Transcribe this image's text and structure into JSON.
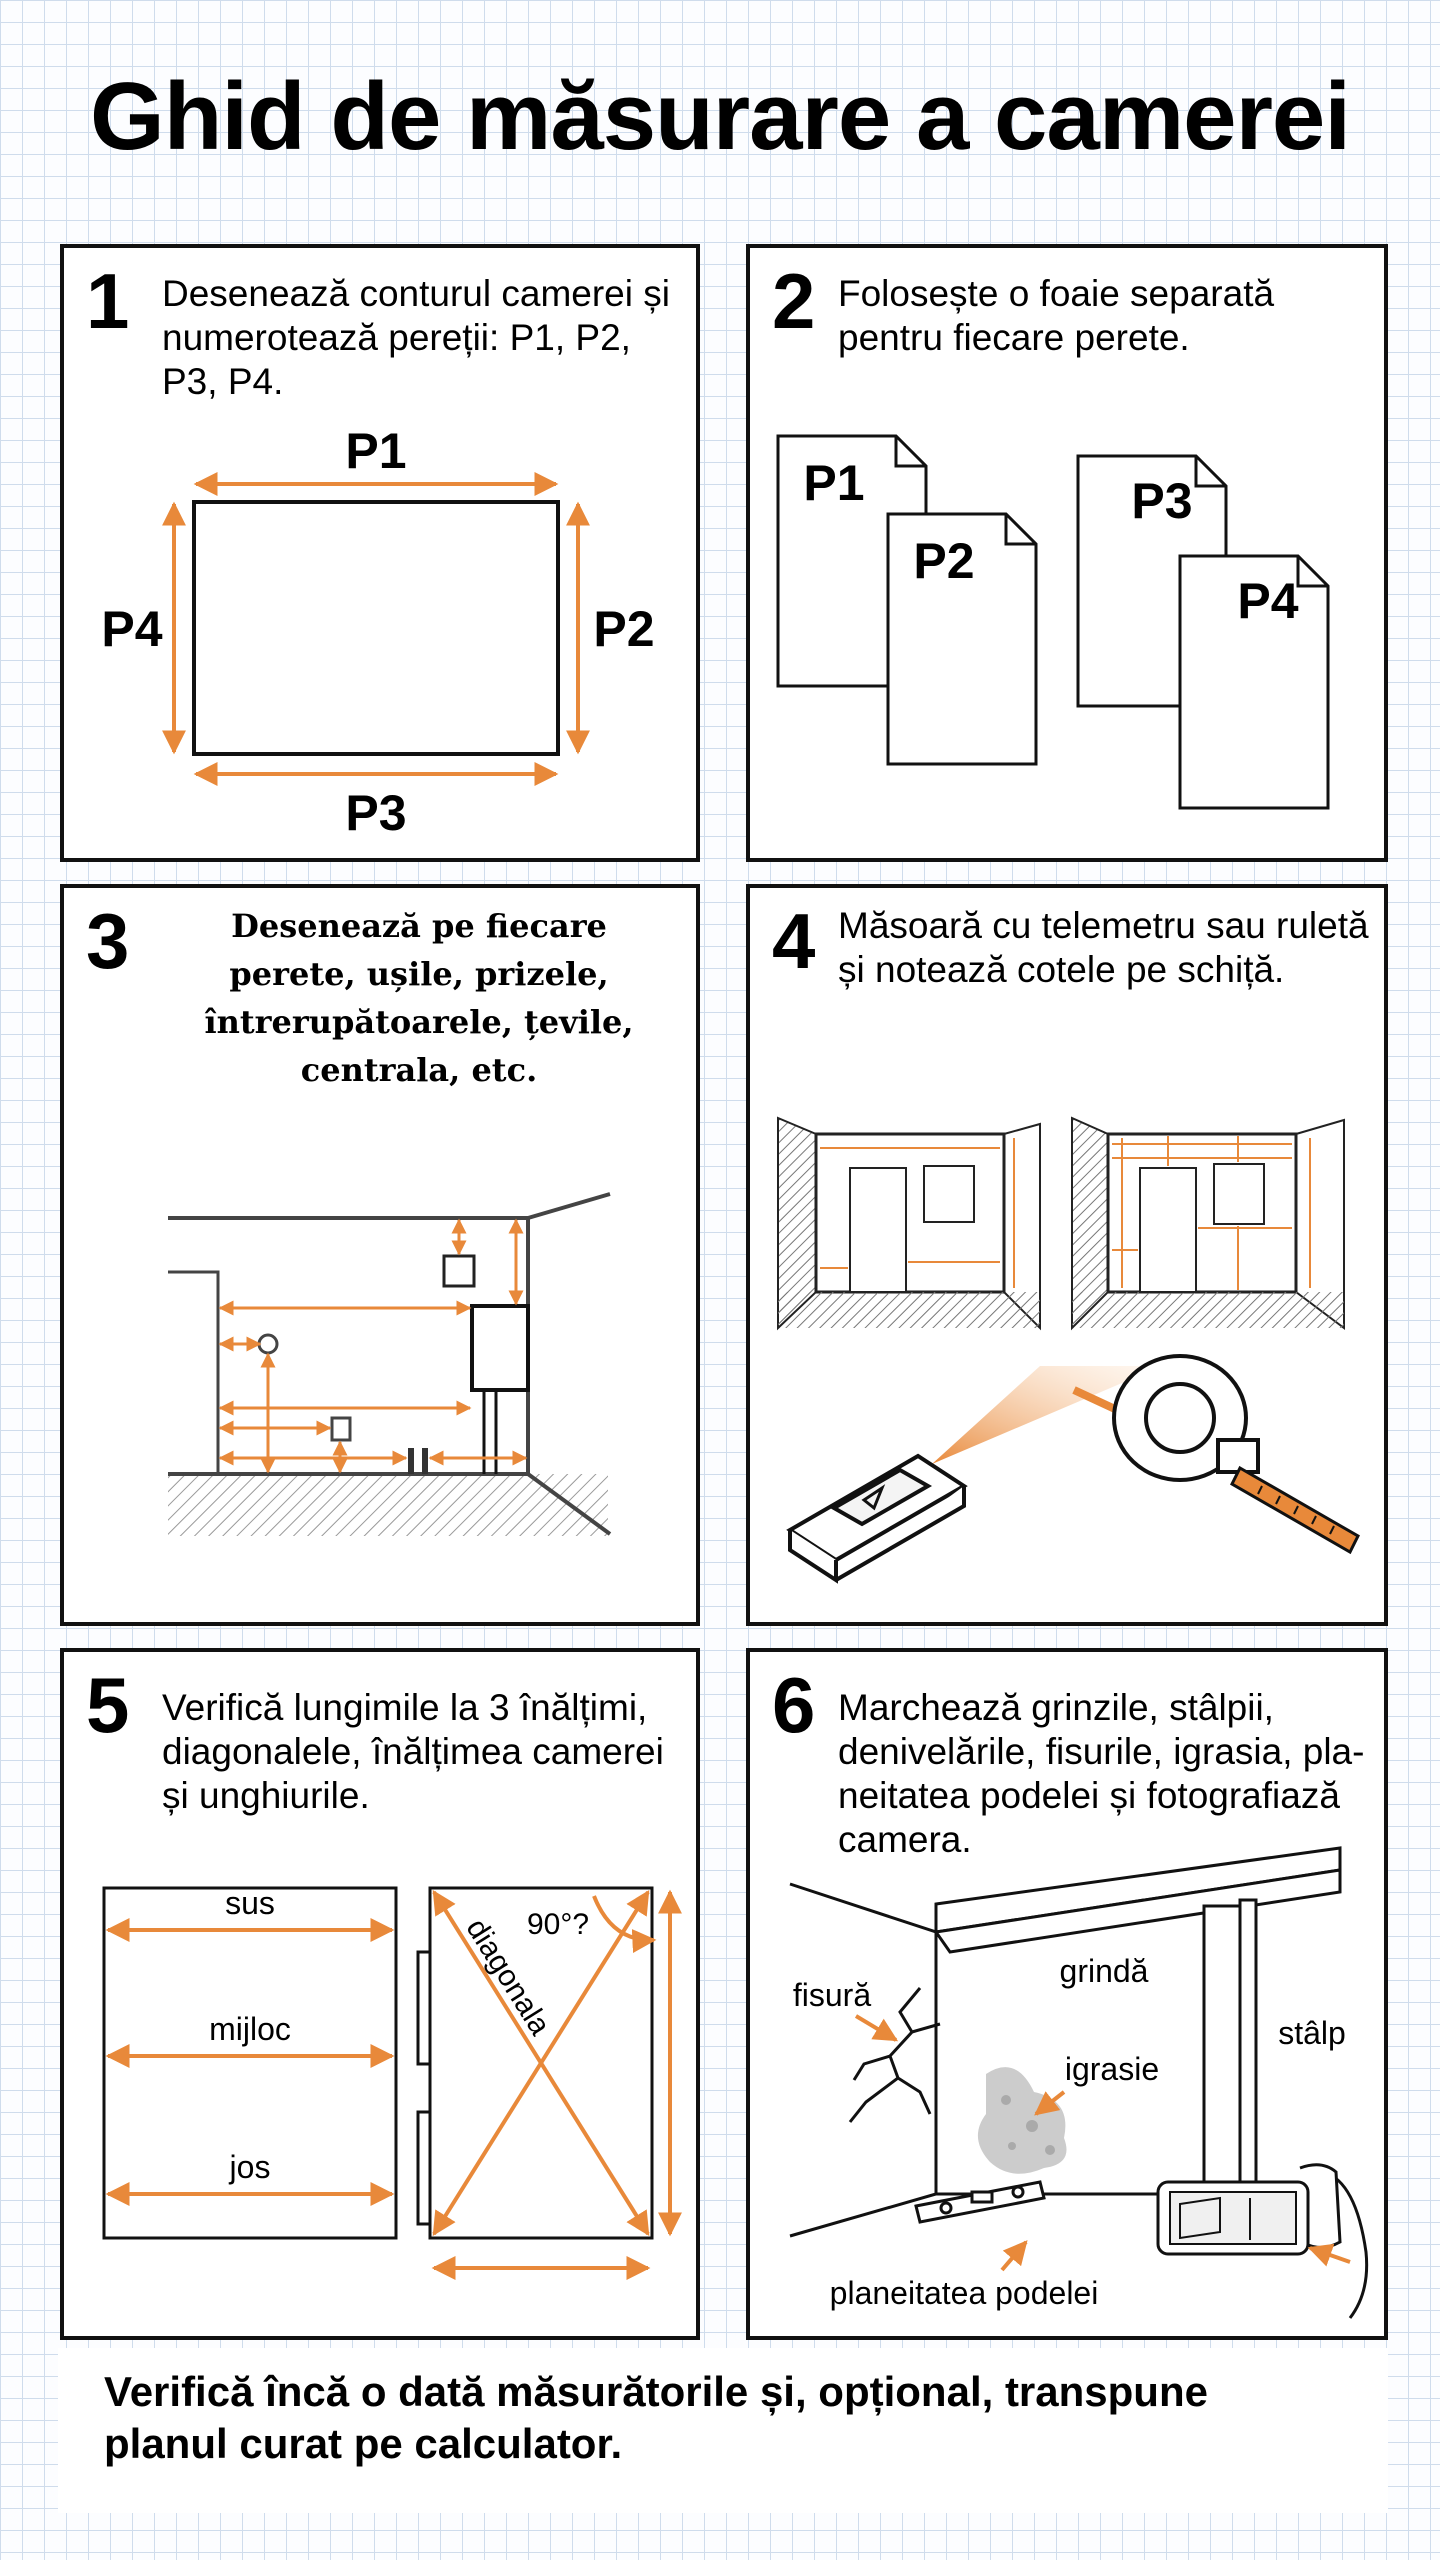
{
  "title": "Ghid de măsurare a camerei",
  "colors": {
    "accent": "#e8893a",
    "ink": "#111111"
  },
  "steps": [
    {
      "number": "1",
      "text": "Desenează conturul camerei și numerotează pereții: P1, P2, P3, P4.",
      "labels": {
        "top": "P1",
        "right": "P2",
        "bottom": "P3",
        "left": "P4"
      }
    },
    {
      "number": "2",
      "text": "Folosește o foaie separată pentru fiecare perete.",
      "labels": [
        "P1",
        "P2",
        "P3",
        "P4"
      ]
    },
    {
      "number": "3",
      "text": "Desenează pe fiecare perete, ușile, prizele, întrerupătoarele, țevile, centrala, etc."
    },
    {
      "number": "4",
      "text": "Măsoară cu telemetru sau ruletă și notează cotele pe schiță."
    },
    {
      "number": "5",
      "text": "Verifică lungimile la 3 înălțimi, diagonalele, înălțimea camerei și unghiurile.",
      "labels": {
        "top": "sus",
        "middle": "mijloc",
        "bottom": "jos",
        "diagonal": "diagonala",
        "angle": "90°?"
      }
    },
    {
      "number": "6",
      "text": "Marchează grinzile, stâlpii, denivelările, fisurile, igrasia, pla-neitatea podelei și fotografiază camera.",
      "labels": {
        "crack": "fisură",
        "beam": "grindă",
        "damp": "igrasie",
        "pillar": "stâlp",
        "floor": "planeitatea podelei"
      }
    }
  ],
  "footer": "Verifică încă o dată măsurătorile și, opțional, transpune planul curat pe calculator."
}
